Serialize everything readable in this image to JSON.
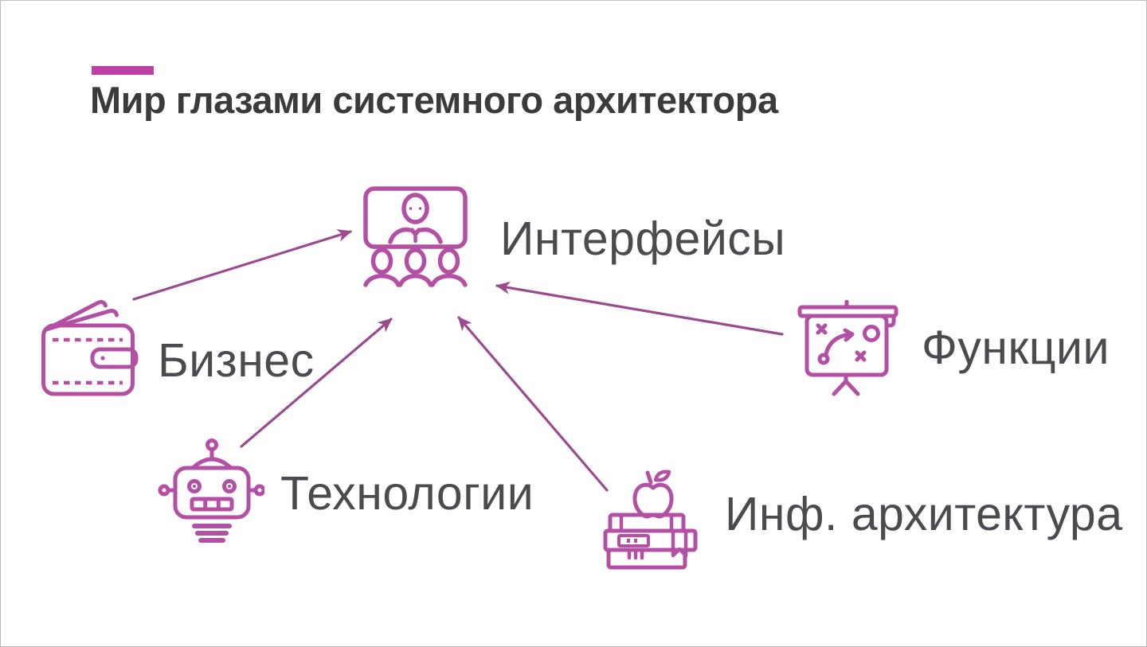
{
  "palette": {
    "background": "#ffffff",
    "frame_border": "#bdbdbd",
    "accent_bar": "#c23ea5",
    "title_text": "#3b3b3d",
    "label_text": "#4a4a50",
    "icon_stroke": "#b450a3",
    "arrow": "#9a4a8e"
  },
  "header": {
    "title": "Мир глазами системного архитектора"
  },
  "diagram": {
    "center": {
      "id": "interfaces",
      "label": "Интерфейсы",
      "icon": "presentation-audience-icon"
    },
    "satellites": [
      {
        "id": "business",
        "label": "Бизнес",
        "icon": "wallet-icon"
      },
      {
        "id": "technologies",
        "label": "Технологии",
        "icon": "robot-icon"
      },
      {
        "id": "functions",
        "label": "Функции",
        "icon": "strategy-board-icon"
      },
      {
        "id": "inf-architecture",
        "label": "Инф. архитектура",
        "icon": "books-apple-icon"
      }
    ],
    "edges": [
      {
        "from": "business",
        "to": "interfaces"
      },
      {
        "from": "technologies",
        "to": "interfaces"
      },
      {
        "from": "inf-architecture",
        "to": "interfaces"
      },
      {
        "from": "functions",
        "to": "interfaces"
      }
    ]
  }
}
